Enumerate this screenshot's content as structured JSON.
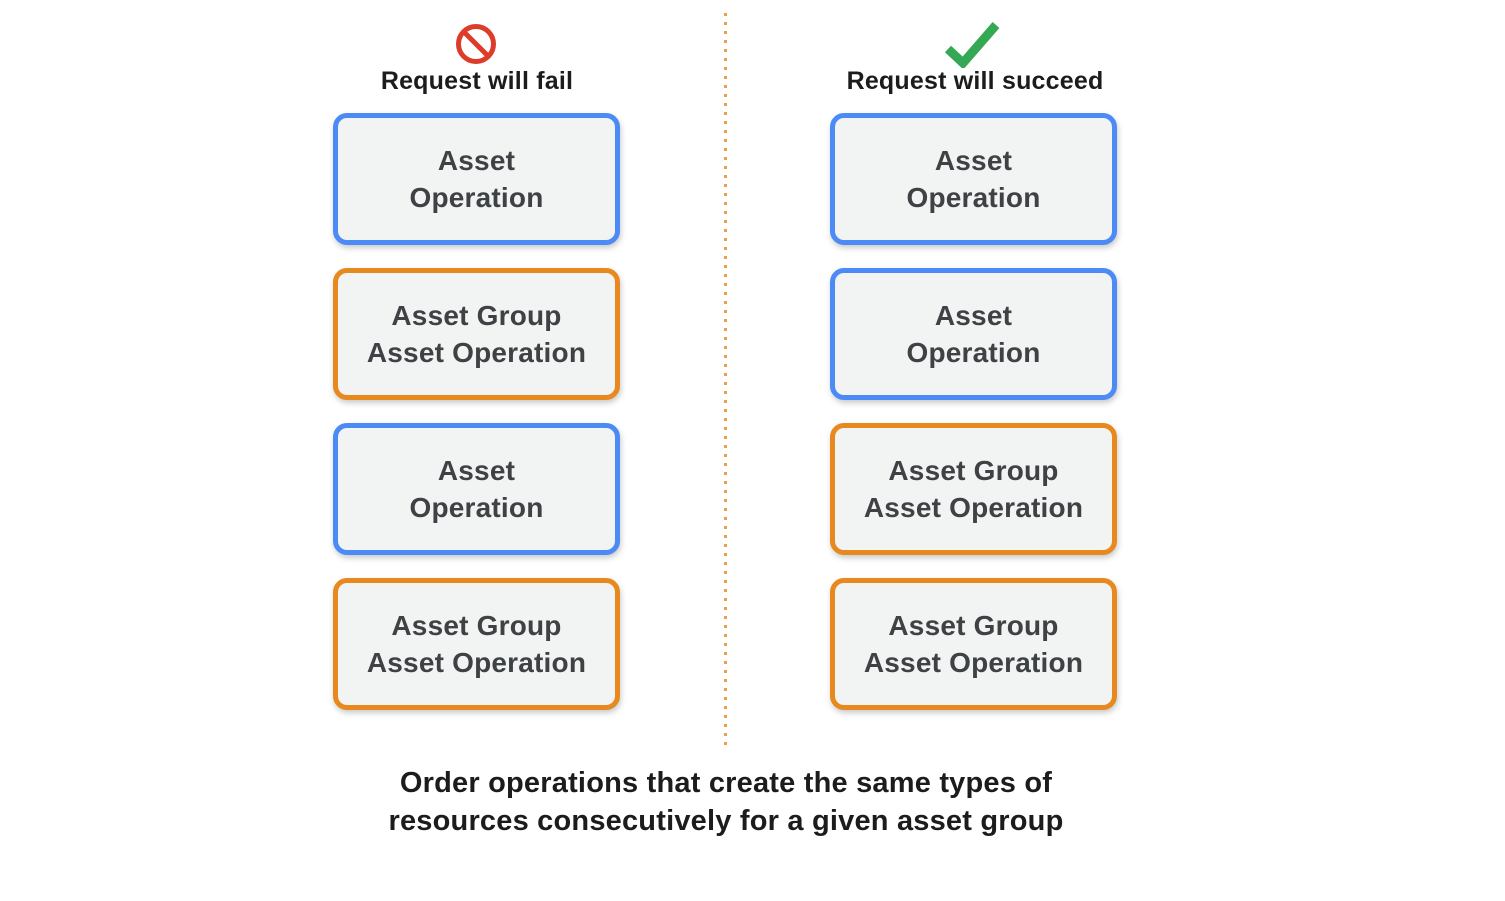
{
  "colors": {
    "blue_border": "#4C8BF5",
    "orange_border": "#E8891F",
    "box_fill": "#F2F3F3",
    "box_text": "#3F4245",
    "divider_orange": "#ED9E48",
    "fail_red": "#DD3C2B",
    "success_green": "#34A853",
    "heading_text": "#1C1C1C"
  },
  "fail_column": {
    "icon": "prohibition-icon",
    "heading": "Request will fail",
    "boxes": [
      {
        "type": "asset-operation",
        "border": "blue",
        "line1": "Asset",
        "line2": "Operation"
      },
      {
        "type": "asset-group-asset-operation",
        "border": "orange",
        "line1": "Asset Group",
        "line2": "Asset Operation"
      },
      {
        "type": "asset-operation",
        "border": "blue",
        "line1": "Asset",
        "line2": "Operation"
      },
      {
        "type": "asset-group-asset-operation",
        "border": "orange",
        "line1": "Asset Group",
        "line2": "Asset Operation"
      }
    ]
  },
  "succeed_column": {
    "icon": "check-icon",
    "heading": "Request will succeed",
    "boxes": [
      {
        "type": "asset-operation",
        "border": "blue",
        "line1": "Asset",
        "line2": "Operation"
      },
      {
        "type": "asset-operation",
        "border": "blue",
        "line1": "Asset",
        "line2": "Operation"
      },
      {
        "type": "asset-group-asset-operation",
        "border": "orange",
        "line1": "Asset Group",
        "line2": "Asset Operation"
      },
      {
        "type": "asset-group-asset-operation",
        "border": "orange",
        "line1": "Asset Group",
        "line2": "Asset Operation"
      }
    ]
  },
  "caption": {
    "line1": "Order operations that create the same types of",
    "line2": "resources consecutively for a given asset group"
  }
}
